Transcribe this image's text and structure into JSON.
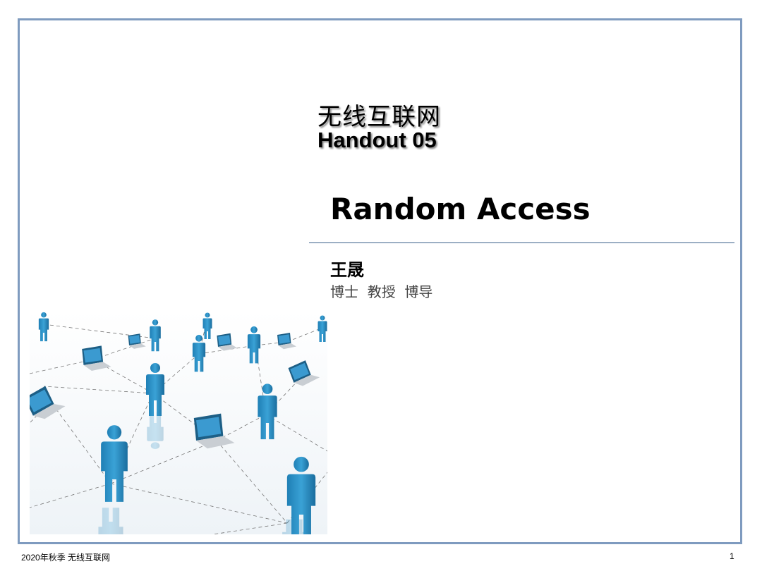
{
  "slide": {
    "course_title": "无线互联网",
    "handout": "Handout 05",
    "title": "Random Access",
    "author": "王晟",
    "author_titles": "博士  教授  博导"
  },
  "footer": {
    "left": "2020年秋季 无线互联网",
    "page_number": "1"
  },
  "colors": {
    "frame": "#7f9bbf",
    "rule": "#3a5f8a",
    "figure": "#2a8bc0"
  },
  "illustration": {
    "icons": [
      "person-icon",
      "laptop-icon"
    ]
  }
}
